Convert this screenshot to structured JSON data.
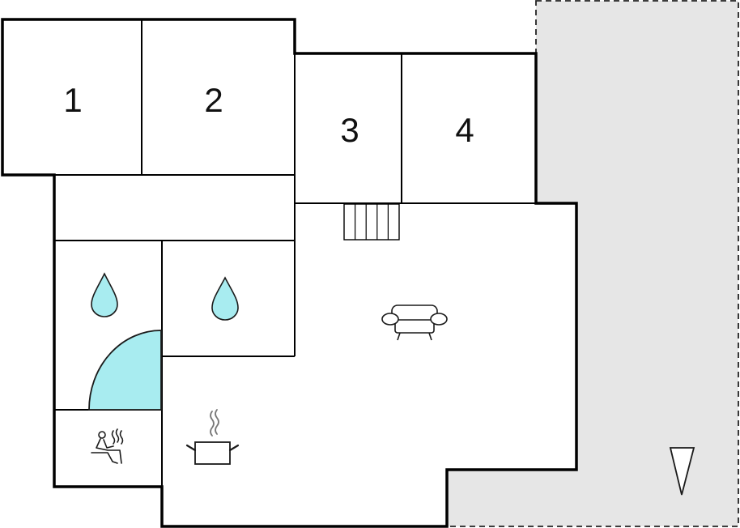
{
  "floorplan": {
    "rooms": [
      {
        "label": "1"
      },
      {
        "label": "2"
      },
      {
        "label": "3"
      },
      {
        "label": "4"
      }
    ],
    "icons": [
      "water-drop-icon",
      "water-drop-icon",
      "shower-quarter-circle-icon",
      "sauna-icon",
      "cooking-pot-icon",
      "sofa-icon",
      "staircase-icon",
      "north-arrow-icon"
    ],
    "colors": {
      "wall": "#000000",
      "terrace_fill": "#e6e6e6",
      "water": "#a8ecf0",
      "background": "#ffffff"
    }
  }
}
